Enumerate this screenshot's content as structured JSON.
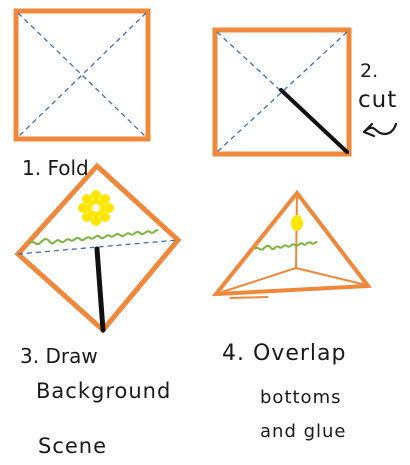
{
  "labels": {
    "step1": "1. Fold",
    "step2_number": "2.",
    "step2_word": "cut",
    "step3_line1": "3. Draw",
    "step3_line2": "Background",
    "step3_line3": "Scene",
    "step4_line1": "4. Overlap",
    "step4_line2": "bottoms",
    "step4_line3": "and glue"
  },
  "colors": {
    "outline": "#f0883b",
    "fold_line": "#3d6fb4",
    "cut_line": "#111111",
    "sun": "#ffe600",
    "grass": "#7ab33a",
    "text": "#1a1a1a"
  },
  "icons": [
    "cut-arrow-icon",
    "sun-icon",
    "grass-icon"
  ]
}
